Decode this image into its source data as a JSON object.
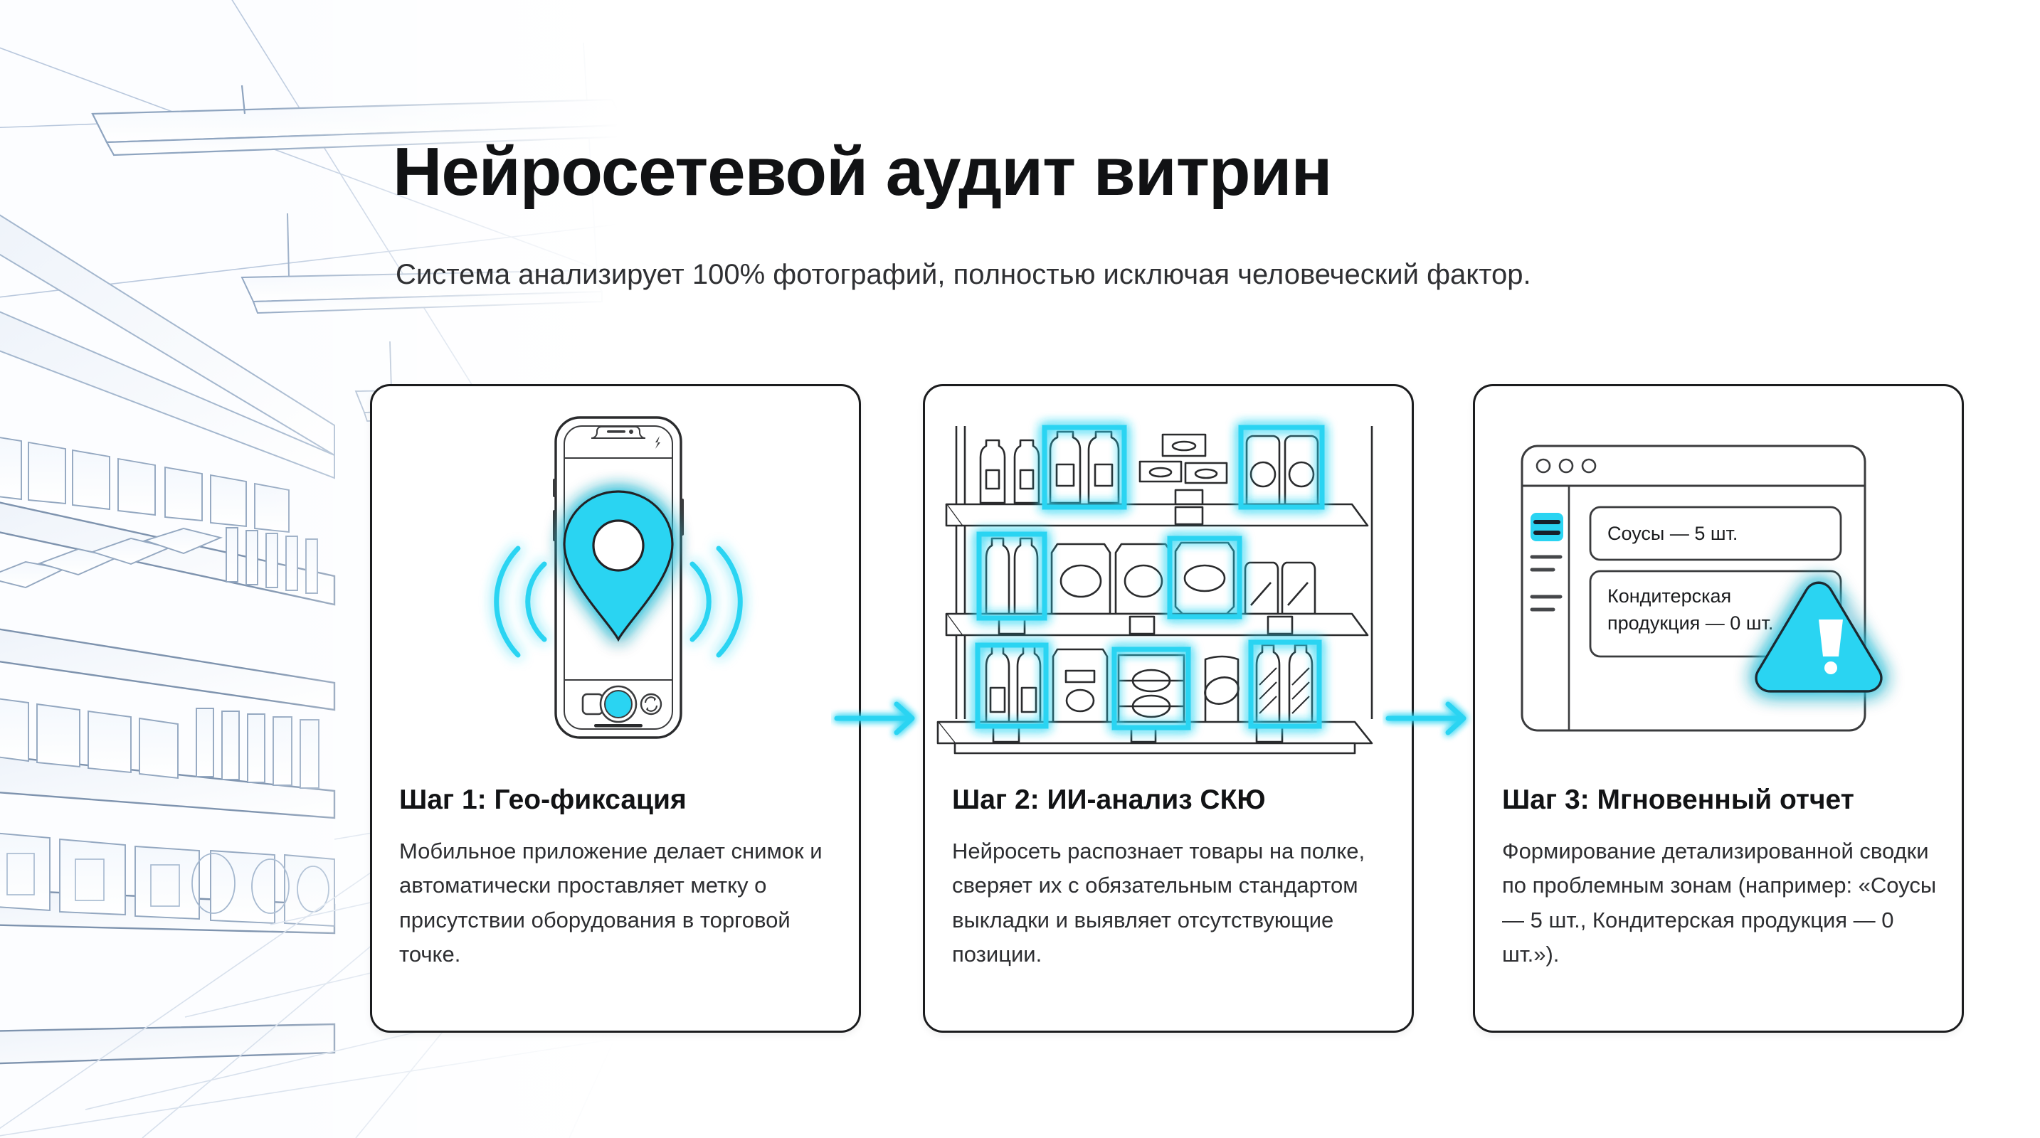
{
  "header": {
    "title": "Нейросетевой аудит витрин",
    "subtitle": "Система анализирует 100% фотографий, полностью исключая человеческий фактор."
  },
  "theme": {
    "accent_cyan": "#25d3f0",
    "accent_cyan_bright": "#2ad9f5",
    "ink": "#1b1c1e",
    "body_text": "#2d2e31",
    "background": "#ffffff",
    "bg_line_art": "#9fb3cc"
  },
  "steps": [
    {
      "id": "step-1",
      "icon": "phone-geotag-icon",
      "heading": "Шаг 1: Гео-фиксация",
      "body": "Мобильное приложение делает снимок и автоматически проставляет метку о присутствии оборудования в торговой точке."
    },
    {
      "id": "step-2",
      "icon": "shelf-ai-detection-icon",
      "heading": "Шаг 2: ИИ-анализ СКЮ",
      "body": "Нейросеть распознает товары на полке, сверяет их с обязательным стандартом выкладки и выявляет отсутствующие позиции."
    },
    {
      "id": "step-3",
      "icon": "report-window-icon",
      "heading": "Шаг 3: Мгновенный отчет",
      "body": "Формирование детализированной сводки по проблемным зонам (например: «Соусы — 5 шт., Кондитерская продукция — 0 шт.»)."
    }
  ],
  "report_window": {
    "rows": [
      "Соусы — 5 шт.",
      "Кондитерская продукция — 0 шт."
    ],
    "alert_glyph": "!",
    "traffic_dots": 3,
    "sidebar_items": 3
  },
  "arrows": {
    "arrow_1_label": "flow-arrow-step1-to-step2",
    "arrow_2_label": "flow-arrow-step2-to-step3"
  }
}
